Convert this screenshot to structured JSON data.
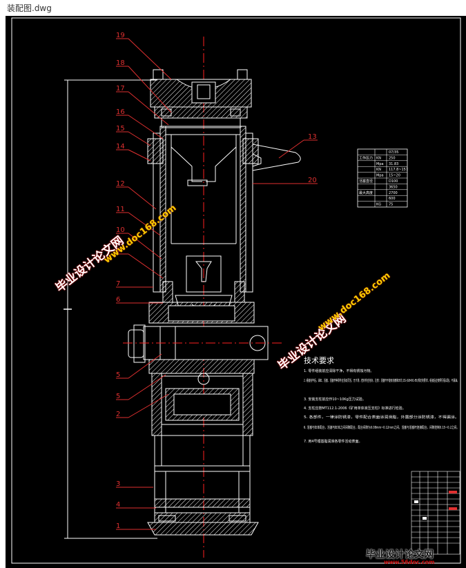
{
  "window": {
    "title": "装配图.dwg"
  },
  "colors": {
    "background": "#000000",
    "outline": "#ffffff",
    "leader": "#e03030",
    "centerline": "#ff2020",
    "hatch": "#ffffff"
  },
  "part_labels": [
    "19",
    "18",
    "17",
    "16",
    "15",
    "14",
    "12",
    "11",
    "10",
    "9",
    "7",
    "6",
    "5",
    "5",
    "2",
    "3",
    "4",
    "1",
    "13",
    "20"
  ],
  "spec_table": {
    "rows": [
      {
        "label": "",
        "unit": "",
        "value": "07/35"
      },
      {
        "label": "工作压力",
        "unit": "KN",
        "value": "250"
      },
      {
        "label": "",
        "unit": "Mpa",
        "value": "31.83"
      },
      {
        "label": "",
        "unit": "KN",
        "value": "117.8~157"
      },
      {
        "label": "",
        "unit": "Mpa",
        "value": "15~20"
      },
      {
        "label": "活塞直径",
        "unit": "",
        "value": "D100"
      },
      {
        "label": "",
        "unit": "",
        "value": "3650"
      },
      {
        "label": "最大高度",
        "unit": "",
        "value": "2700"
      },
      {
        "label": "",
        "unit": "",
        "value": "600"
      },
      {
        "label": "",
        "unit": "KG",
        "value": "75"
      }
    ]
  },
  "tech_requirements": {
    "title": "技术要求",
    "items": [
      "1. 零件组装前应清除干净，不得有锈蚀污物。",
      "2. 组装完毕后，油缸、活塞、活塞杆等零件应活动灵活，无卡滞，密封件应完好。注意：活塞杆不能有划痕和凹坑 ZG-(GB491-85)规定的要求，组装后应按照行程试验，不漏油。",
      "3. 安装支柱前应作10~10Kg压力试验。",
      "4. 支柱应按MT112.1-2006《矿用单体液压支柱》标准进行检验。",
      "5. 各部件，一律涂防锈漆，零件配合表面涂润滑脂，外露部分涂防锈漆，不得漏涂。",
      "6. 活塞与缸体配合，活塞与缸体之间间隙配合，配合间隙为0.08mm~0.12mm之间，活塞与活塞杆连接配合，间隙控制0.15~0.2之间。",
      "7. 用4号锂基脂润滑各零件活动表面。"
    ]
  },
  "watermarks": [
    {
      "text": "毕业设计论文网"
    },
    {
      "text": "www.doc168.com"
    },
    {
      "text": "毕业设计论文网"
    },
    {
      "text": "www.doc168.com"
    },
    {
      "text": "毕业设计论文网"
    },
    {
      "text": "www.56doc.com"
    }
  ]
}
